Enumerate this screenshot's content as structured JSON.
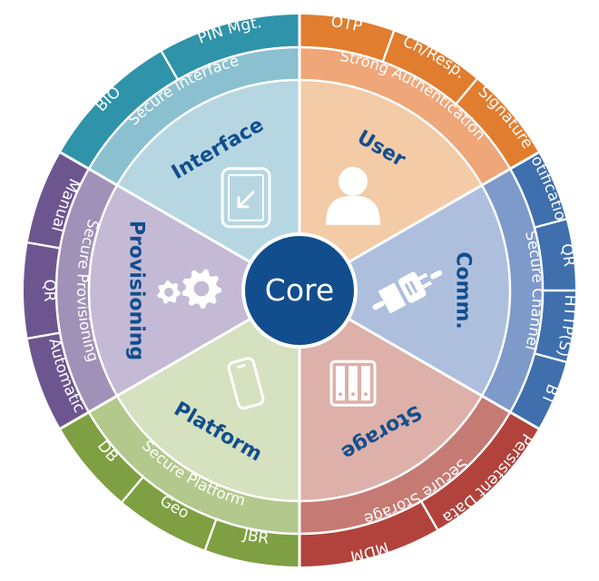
{
  "core": {
    "label": "Core"
  },
  "sectors": [
    {
      "id": "user",
      "title": "User",
      "icon": "user-icon",
      "ring_label": "Strong Authentication",
      "colors": {
        "outer": "#e07d2e",
        "ring": "#efa678",
        "inner": "#f3cba6",
        "title": "#124e8d"
      },
      "outer_labels": [
        "OTP",
        "Ch/Resp.",
        "Signature"
      ]
    },
    {
      "id": "comm",
      "title": "Comm.",
      "icon": "plug-icon",
      "ring_label": "Secure Channel",
      "colors": {
        "outer": "#3f6fad",
        "ring": "#7e9acb",
        "inner": "#aebfde",
        "title": "#124e8d"
      },
      "outer_labels": [
        "Notification",
        "QR",
        "HTTP(S)",
        "BT"
      ]
    },
    {
      "id": "storage",
      "title": "Storage",
      "icon": "storage-cabinet-icon",
      "ring_label": "Secure Storage",
      "colors": {
        "outer": "#b2423c",
        "ring": "#c67a74",
        "inner": "#ddb0a9",
        "title": "#124e8d"
      },
      "outer_labels": [
        "Persistent Data",
        "MDM"
      ]
    },
    {
      "id": "platform",
      "title": "Platform",
      "icon": "smartphone-icon",
      "ring_label": "Secure Platform",
      "colors": {
        "outer": "#7ea043",
        "ring": "#b3c88c",
        "inner": "#d5e1bf",
        "title": "#124e8d"
      },
      "outer_labels": [
        "DB",
        "Geo",
        "JBR"
      ]
    },
    {
      "id": "provisioning",
      "title": "Provisioning",
      "icon": "gears-icon",
      "ring_label": "Secure Provisioning",
      "colors": {
        "outer": "#6d5690",
        "ring": "#a091b8",
        "inner": "#c4bad5",
        "title": "#124e8d"
      },
      "outer_labels": [
        "Manual",
        "QR",
        "Automatic"
      ]
    },
    {
      "id": "interface",
      "title": "Interface",
      "icon": "tablet-icon",
      "ring_label": "Secure Interface",
      "colors": {
        "outer": "#2f93a9",
        "ring": "#8bc0d0",
        "inner": "#b6d7e2",
        "title": "#124e8d"
      },
      "outer_labels": [
        "BIO",
        "PIN Mgt."
      ]
    }
  ]
}
